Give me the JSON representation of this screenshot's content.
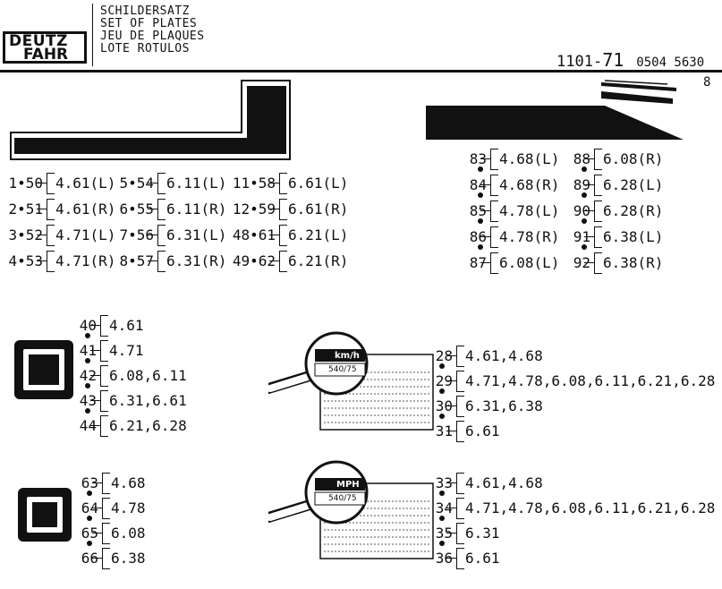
{
  "header": {
    "logo_line1": "DEUTZ",
    "logo_line2": "FAHR",
    "titles": [
      "SCHILDERSATZ",
      "SET OF PLATES",
      "JEU DE PLAQUES",
      "LOTE ROTULOS"
    ],
    "doc_prefix": "1101-",
    "doc_mid": "71",
    "doc_suffix": "0504 5630",
    "page_number": "8"
  },
  "group_left_decals": [
    {
      "num": "1•50",
      "ref": "4.61(L)"
    },
    {
      "num": "2•51",
      "ref": "4.61(R)"
    },
    {
      "num": "3•52",
      "ref": "4.71(L)"
    },
    {
      "num": "4•53",
      "ref": "4.71(R)"
    },
    {
      "num": "5•54",
      "ref": "6.11(L)"
    },
    {
      "num": "6•55",
      "ref": "6.11(R)"
    },
    {
      "num": "7•56",
      "ref": "6.31(L)"
    },
    {
      "num": "8•57",
      "ref": "6.31(R)"
    },
    {
      "num": "11•58",
      "ref": "6.61(L)"
    },
    {
      "num": "12•59",
      "ref": "6.61(R)"
    },
    {
      "num": "48•61",
      "ref": "6.21(L)"
    },
    {
      "num": "49•62",
      "ref": "6.21(R)"
    }
  ],
  "group_right_decals": [
    {
      "num": "83",
      "ref": "4.68(L)"
    },
    {
      "num": "84",
      "ref": "4.68(R)"
    },
    {
      "num": "85",
      "ref": "4.78(L)"
    },
    {
      "num": "86",
      "ref": "4.78(R)"
    },
    {
      "num": "87",
      "ref": "6.08(L)"
    },
    {
      "num": "88",
      "ref": "6.08(R)"
    },
    {
      "num": "89",
      "ref": "6.28(L)"
    },
    {
      "num": "90",
      "ref": "6.28(R)"
    },
    {
      "num": "91",
      "ref": "6.38(L)"
    },
    {
      "num": "92",
      "ref": "6.38(R)"
    }
  ],
  "group_square_large": [
    {
      "num": "40",
      "ref": "4.61"
    },
    {
      "num": "41",
      "ref": "4.71"
    },
    {
      "num": "42",
      "ref": "6.08,6.11"
    },
    {
      "num": "43",
      "ref": "6.31,6.61"
    },
    {
      "num": "44",
      "ref": "6.21,6.28"
    }
  ],
  "group_square_small": [
    {
      "num": "63",
      "ref": "4.68"
    },
    {
      "num": "64",
      "ref": "4.78"
    },
    {
      "num": "65",
      "ref": "6.08"
    },
    {
      "num": "66",
      "ref": "6.38"
    }
  ],
  "group_kmh": {
    "unit_label": "km/h",
    "pto_label": "540/75",
    "entries": [
      {
        "num": "28",
        "ref": "4.61,4.68"
      },
      {
        "num": "29",
        "ref": "4.71,4.78,6.08,6.11,6.21,6.28"
      },
      {
        "num": "30",
        "ref": "6.31,6.38"
      },
      {
        "num": "31",
        "ref": "6.61"
      }
    ]
  },
  "group_mph": {
    "unit_label": "MPH",
    "pto_label": "540/75",
    "entries": [
      {
        "num": "33",
        "ref": "4.61,4.68"
      },
      {
        "num": "34",
        "ref": "4.71,4.78,6.08,6.11,6.21,6.28"
      },
      {
        "num": "35",
        "ref": "6.31"
      },
      {
        "num": "36",
        "ref": "6.61"
      }
    ]
  }
}
